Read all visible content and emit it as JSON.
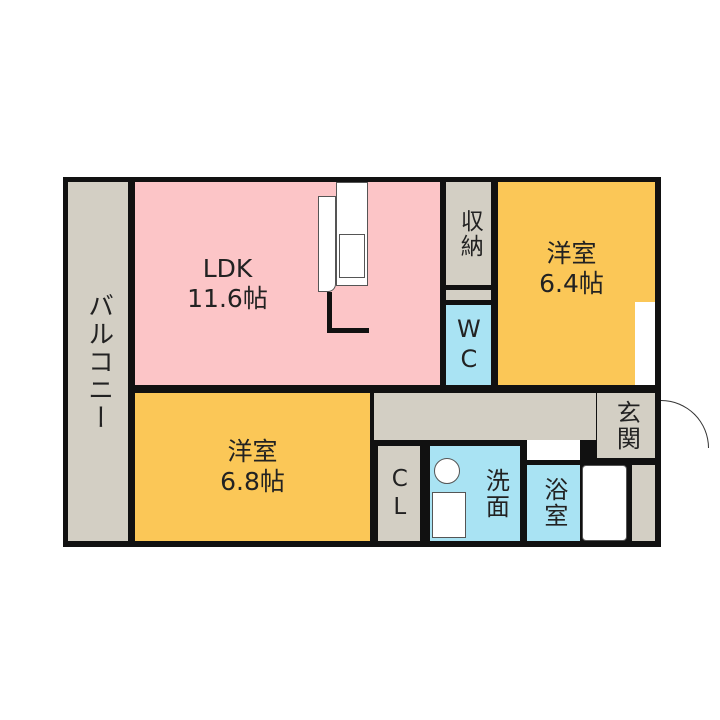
{
  "rooms": {
    "balcony": {
      "label": "バルコニー"
    },
    "ldk": {
      "name": "LDK",
      "size": "11.6帖"
    },
    "western1": {
      "name": "洋室",
      "size": "6.4帖"
    },
    "western2": {
      "name": "洋室",
      "size": "6.8帖"
    },
    "storage": {
      "label": "収納"
    },
    "wc": {
      "label": "WC"
    },
    "entrance": {
      "label": "玄関"
    },
    "closet": {
      "label": "CL"
    },
    "washroom": {
      "label": "洗面"
    },
    "bath": {
      "label": "浴室"
    }
  },
  "colors": {
    "ldk": "#fcc5c7",
    "western": "#fbc757",
    "wet": "#a9e3f3",
    "utility": "#d3cfc4"
  }
}
